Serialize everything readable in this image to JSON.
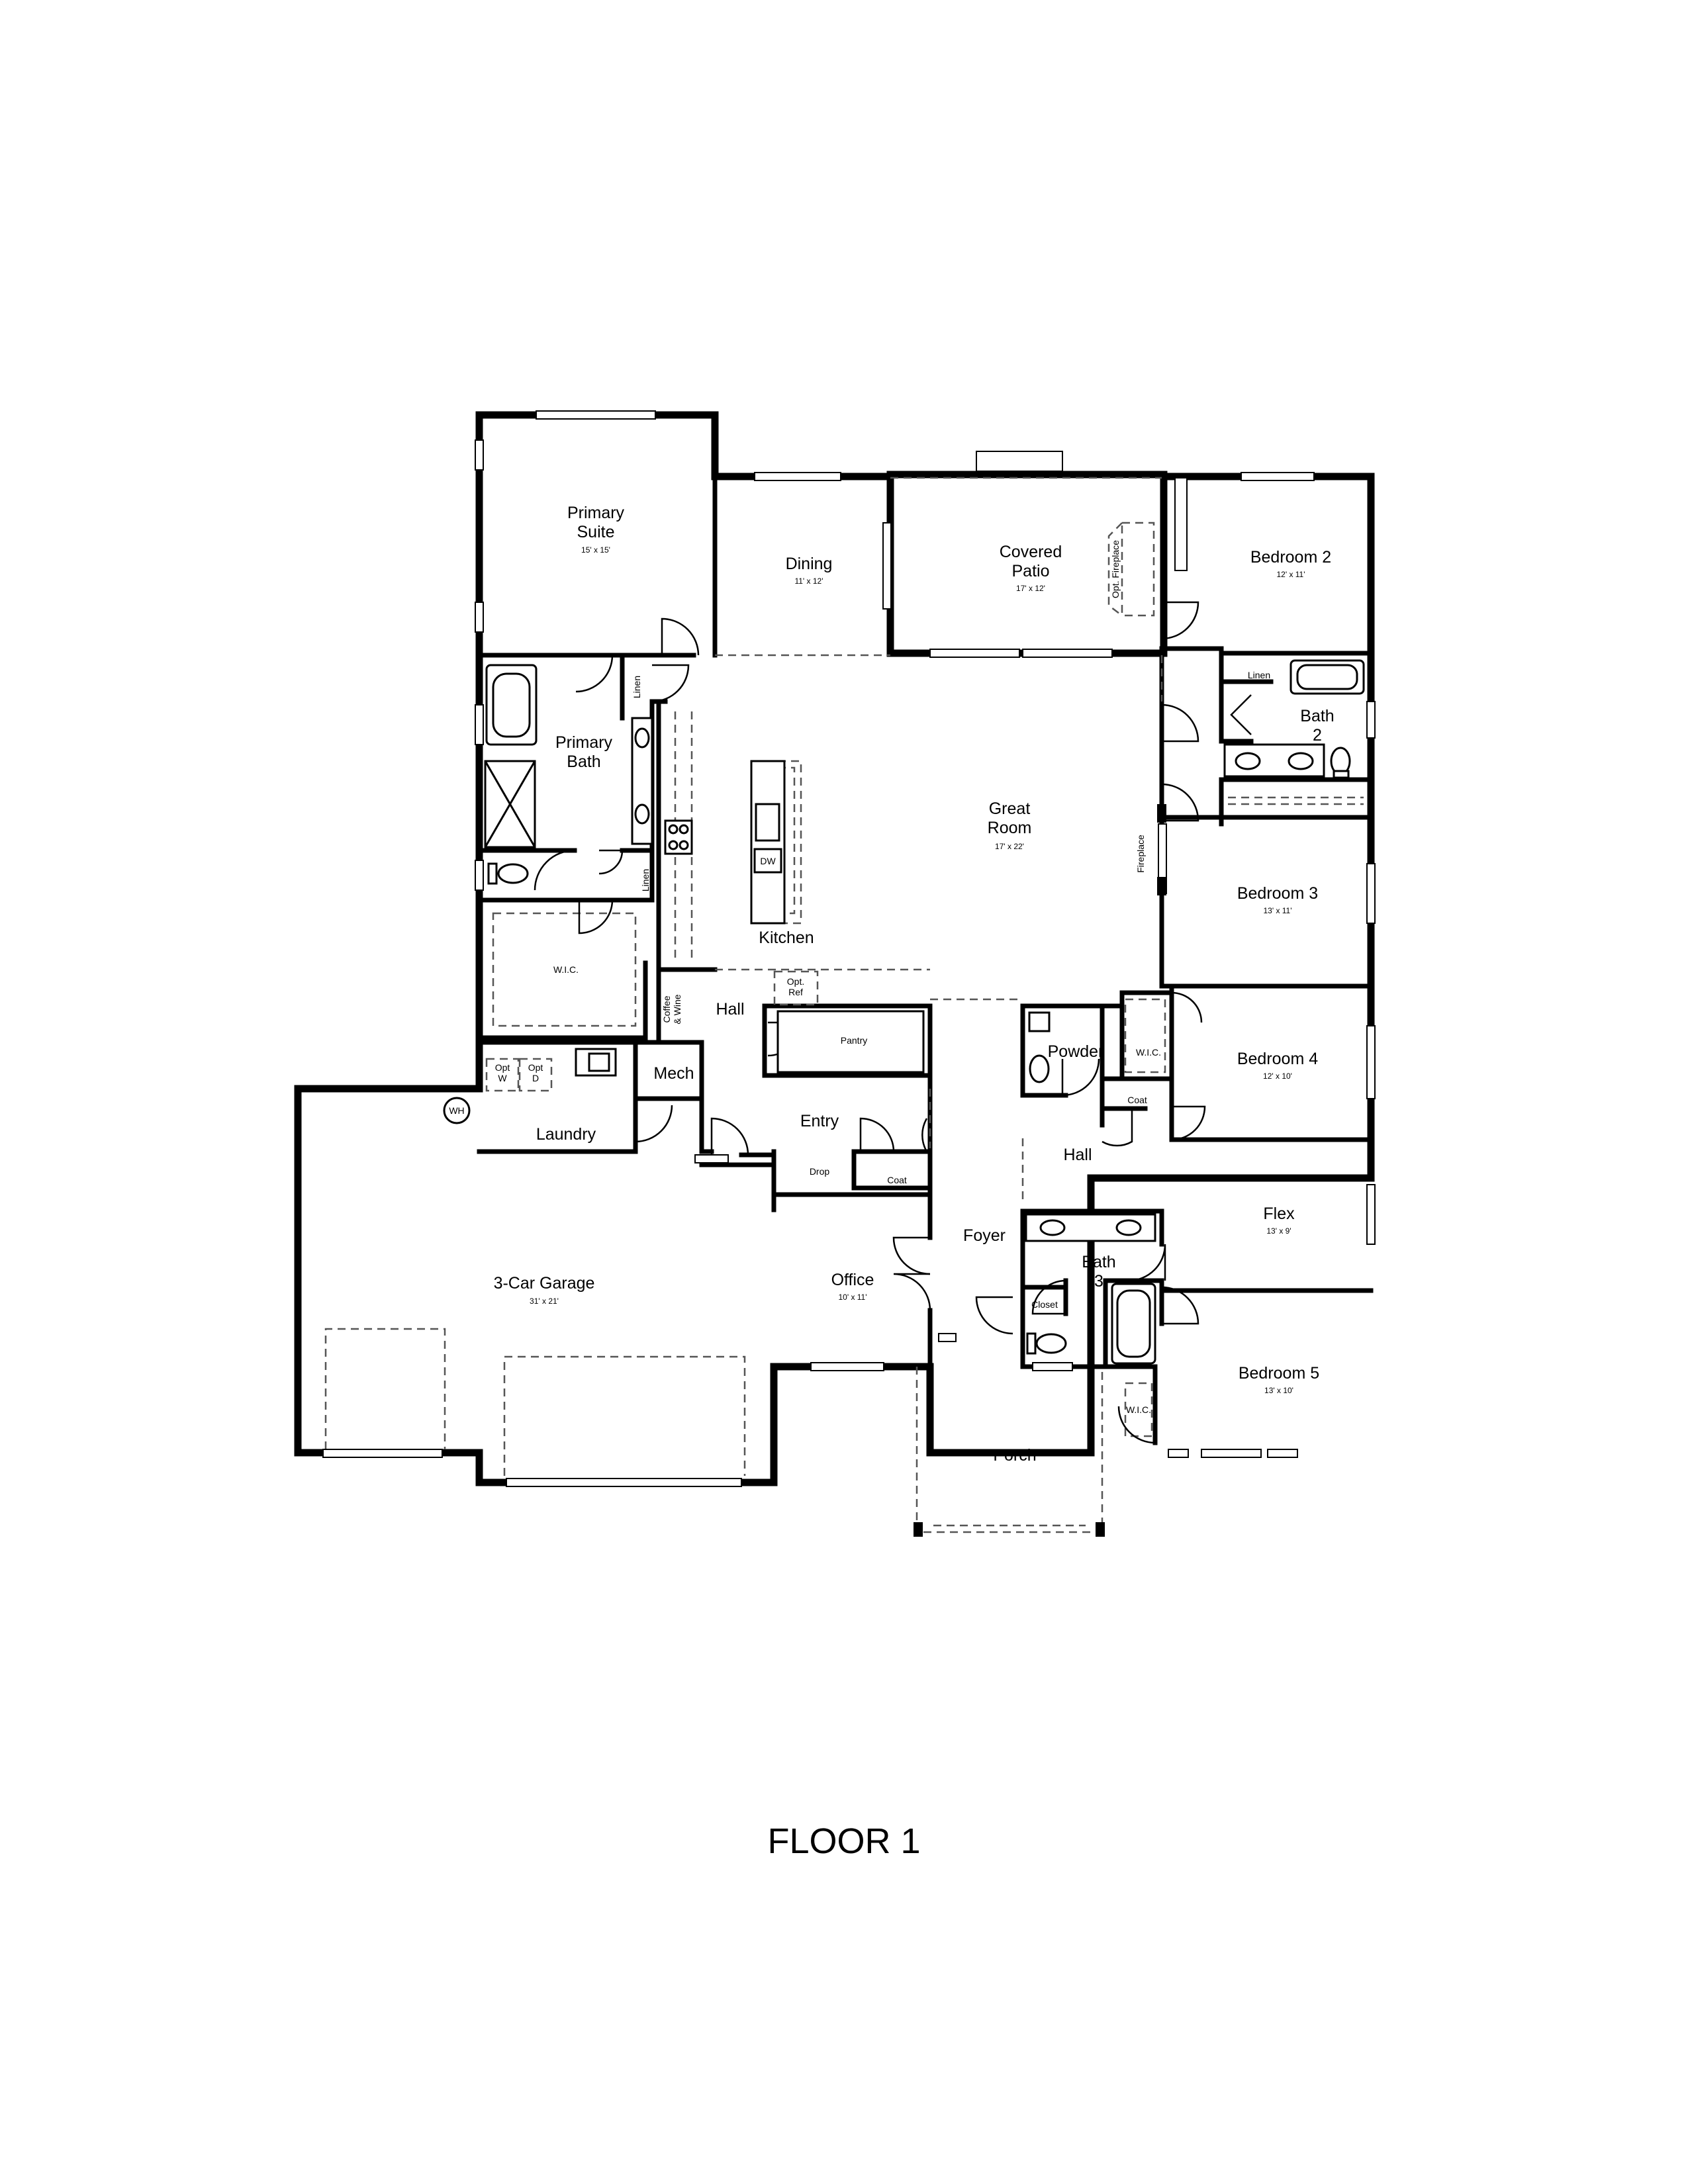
{
  "floor_label": "FLOOR 1",
  "rooms": {
    "primary_suite": {
      "name": "Primary\nSuite",
      "dims": "15' x 15'"
    },
    "dining": {
      "name": "Dining",
      "dims": "11' x 12'"
    },
    "covered_patio": {
      "name": "Covered\nPatio",
      "dims": "17' x 12'"
    },
    "bedroom_2": {
      "name": "Bedroom 2",
      "dims": "12' x 11'"
    },
    "primary_bath": {
      "name": "Primary\nBath"
    },
    "bath_2": {
      "name": "Bath\n2"
    },
    "great_room": {
      "name": "Great\nRoom",
      "dims": "17' x 22'"
    },
    "bedroom_3": {
      "name": "Bedroom 3",
      "dims": "13' x 11'"
    },
    "kitchen": {
      "name": "Kitchen"
    },
    "hall_kitchen": {
      "name": "Hall"
    },
    "bedroom_4": {
      "name": "Bedroom 4",
      "dims": "12' x 10'"
    },
    "powder": {
      "name": "Powder"
    },
    "mech": {
      "name": "Mech"
    },
    "entry": {
      "name": "Entry"
    },
    "laundry": {
      "name": "Laundry"
    },
    "hall_bedrooms": {
      "name": "Hall"
    },
    "flex": {
      "name": "Flex",
      "dims": "13' x 9'"
    },
    "garage": {
      "name": "3-Car Garage",
      "dims": "31' x 21'"
    },
    "foyer": {
      "name": "Foyer"
    },
    "office": {
      "name": "Office",
      "dims": "10' x 11'"
    },
    "bath_3": {
      "name": "Bath\n3"
    },
    "bedroom_5": {
      "name": "Bedroom 5",
      "dims": "13' x 10'"
    },
    "porch": {
      "name": "Porch"
    }
  },
  "labels": {
    "linen": "Linen",
    "wic": "W.I.C.",
    "coat": "Coat",
    "closet": "Closet",
    "pantry": "Pantry",
    "drop": "Drop",
    "dw": "DW",
    "opt_ref": "Opt.\nRef",
    "coffee_wine": "Coffee\n& Wine",
    "opt_w": "Opt\nW",
    "opt_d": "Opt\nD",
    "wh": "WH",
    "fireplace": "Fireplace",
    "opt_fireplace": "Opt. Fireplace"
  }
}
